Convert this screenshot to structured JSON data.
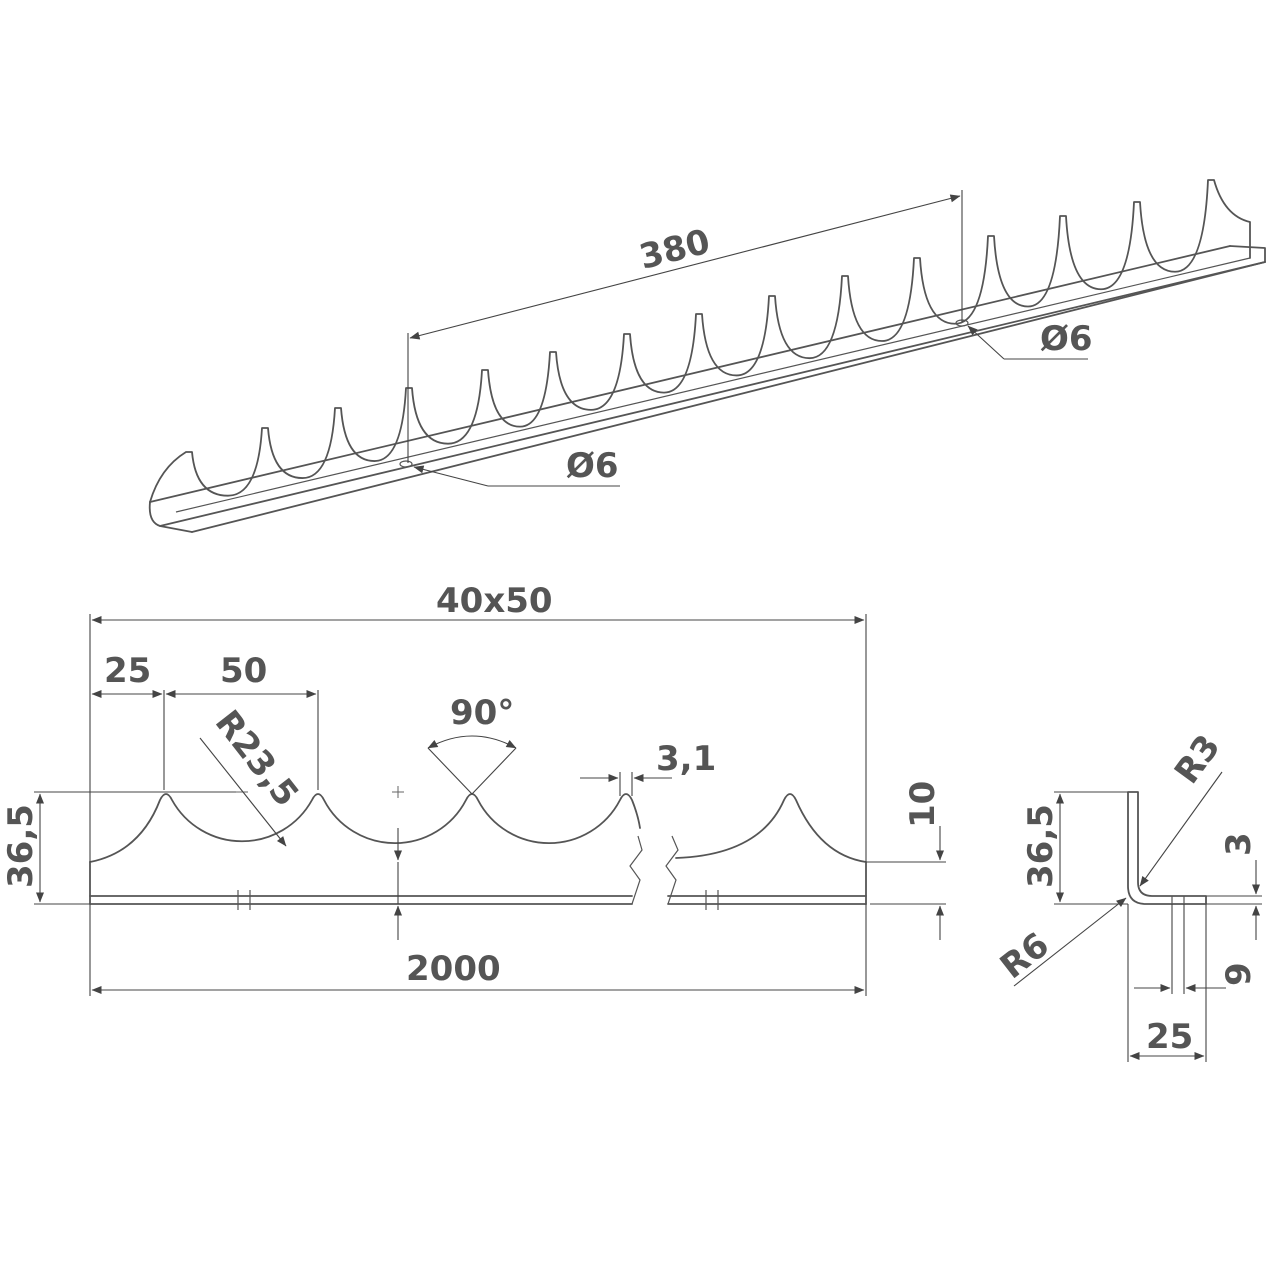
{
  "iso_view": {
    "dimensions": {
      "hole_spacing": "380",
      "hole_diameter_left": "Ø6",
      "hole_diameter_right": "Ø6"
    }
  },
  "front_view": {
    "dimensions": {
      "overall_pitch": "40x50",
      "first_tip_offset": "25",
      "tip_pitch": "50",
      "arc_radius": "R23,5",
      "tip_angle": "90°",
      "tip_width": "3,1",
      "height": "36,5",
      "flange_height": "10",
      "overall_length": "2000"
    }
  },
  "side_view": {
    "dimensions": {
      "height": "36,5",
      "outer_radius": "R3",
      "thickness": "3",
      "inner_radius": "R6",
      "hole_offset": "9",
      "flange_width": "25"
    }
  }
}
